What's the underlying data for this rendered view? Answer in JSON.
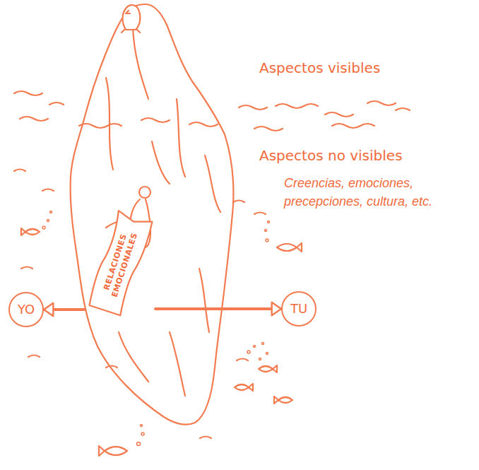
{
  "diagram": {
    "nodes": [
      {
        "text": [
          "RELACIONES EMOCIONALES"
        ]
      },
      {
        "text": [
          "YO"
        ]
      },
      {
        "text": [
          "TU"
        ]
      }
    ],
    "edges": [
      {
        "from": 0,
        "to": 1,
        "arrow": "to"
      },
      {
        "from": 0,
        "to": 2,
        "arrow": "to"
      }
    ],
    "labels": [
      "Aspectos visibles",
      "Aspectos no visibles",
      "Creencias, emociones, precepciones, cultura, etc."
    ]
  }
}
